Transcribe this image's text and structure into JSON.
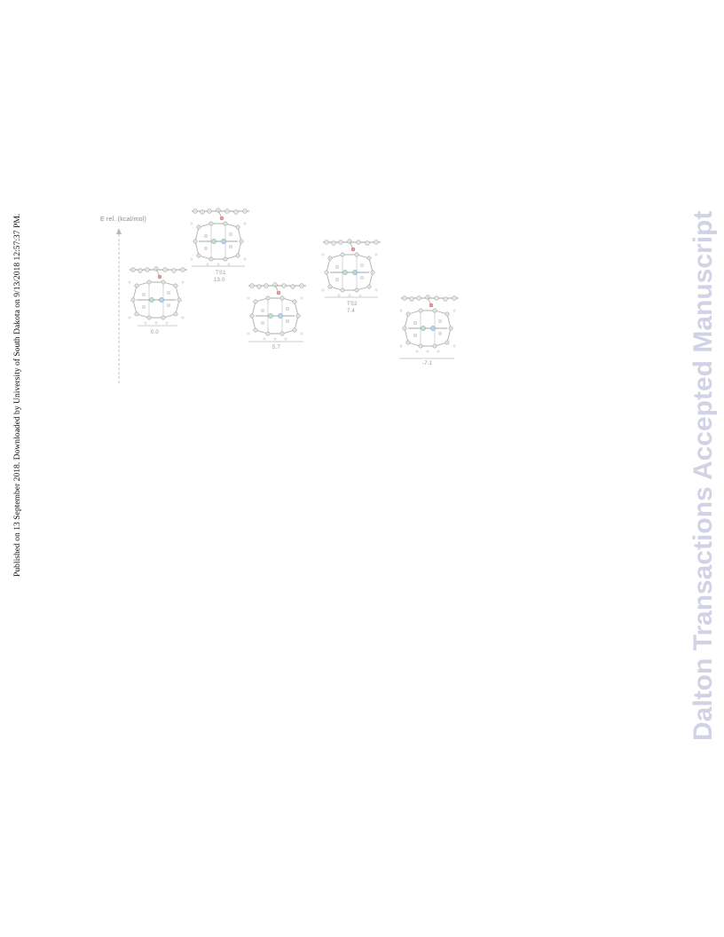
{
  "side_note": "Published on 13 September 2018. Downloaded by University of South Dakota on 9/13/2018 12:57:37 PM.",
  "watermark": "Dalton Transactions Accepted Manuscript",
  "figure": {
    "y_axis_label": "E rel. (kcal/mol)",
    "states": [
      {
        "label_top": "0.0",
        "label_bottom": ""
      },
      {
        "label_top": "TS1",
        "label_bottom": "13.0"
      },
      {
        "label_top": "5.7",
        "label_bottom": ""
      },
      {
        "label_top": "TS2",
        "label_bottom": "7.4"
      },
      {
        "label_top": "-7.1",
        "label_bottom": ""
      }
    ]
  }
}
